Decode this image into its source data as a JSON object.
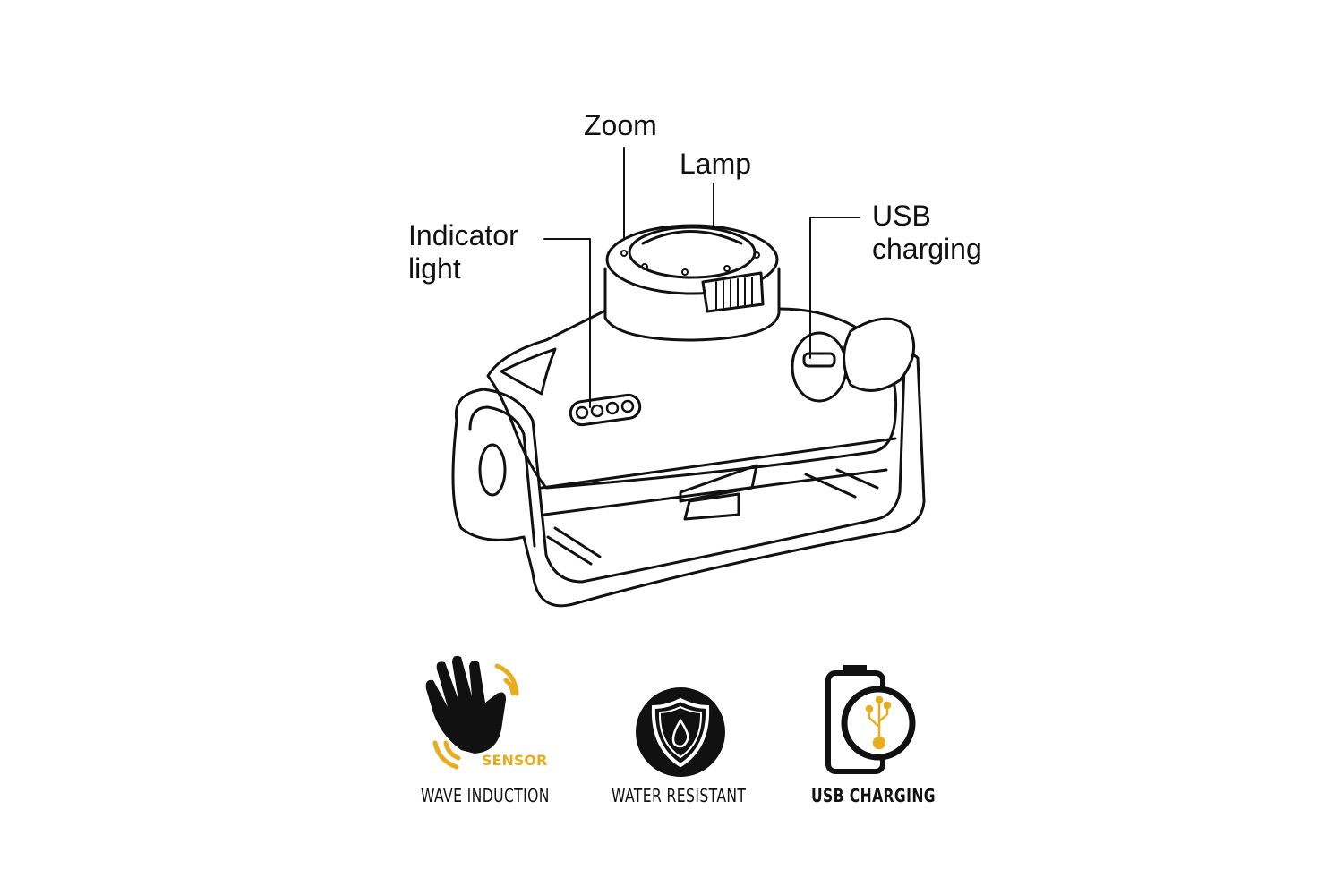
{
  "callouts": {
    "zoom": "Zoom",
    "lamp": "Lamp",
    "indicator_line1": "Indicator",
    "indicator_line2": "light",
    "usb_line1": "USB",
    "usb_line2": "charging"
  },
  "features": [
    {
      "label": "WAVE INDUCTION",
      "badge": "SENSOR",
      "icon": "hand-wave-icon"
    },
    {
      "label": "WATER RESISTANT",
      "icon": "shield-drop-icon"
    },
    {
      "label": "USB CHARGING",
      "icon": "battery-usb-icon"
    }
  ],
  "colors": {
    "accent": "#e6ae1f",
    "ink": "#111111"
  }
}
